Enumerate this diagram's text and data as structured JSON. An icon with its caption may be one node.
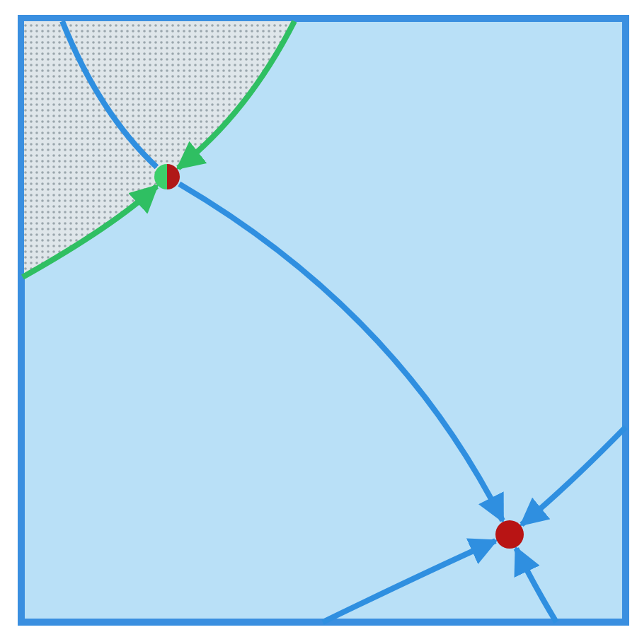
{
  "diagram": {
    "nodes": [
      {
        "text": [],
        "shape": "circle"
      },
      {
        "text": [],
        "shape": "circle"
      }
    ],
    "edges": [
      {
        "from": null,
        "to": 0,
        "arrow": "to",
        "color": "#2fbf62"
      },
      {
        "from": null,
        "to": 0,
        "arrow": "to",
        "color": "#2fbf62"
      },
      {
        "from": 0,
        "to": null,
        "arrow": "none"
      },
      {
        "from": 0,
        "to": 1,
        "arrow": "to"
      },
      {
        "from": null,
        "to": 1,
        "arrow": "to"
      },
      {
        "from": null,
        "to": 1,
        "arrow": "to"
      },
      {
        "from": null,
        "to": 1,
        "arrow": "to"
      }
    ]
  }
}
